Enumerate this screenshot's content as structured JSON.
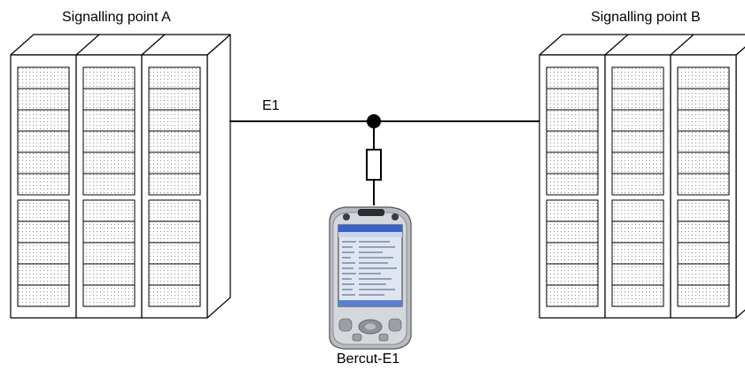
{
  "labels": {
    "point_a": "Signalling point A",
    "point_b": "Signalling point B",
    "link": "E1",
    "device": "Bercut-E1"
  },
  "colors": {
    "line": "#000000",
    "panel": "#ffffff",
    "dot": "#8a8a8a",
    "device_screen": "#dfe6f2",
    "device_title": "#3a63c8",
    "device_body": "#b8bcc2"
  },
  "icons": {
    "cabinet": "server-rack-icon",
    "device": "pda-icon",
    "junction": "junction-dot-icon",
    "tap": "resistor-icon"
  }
}
